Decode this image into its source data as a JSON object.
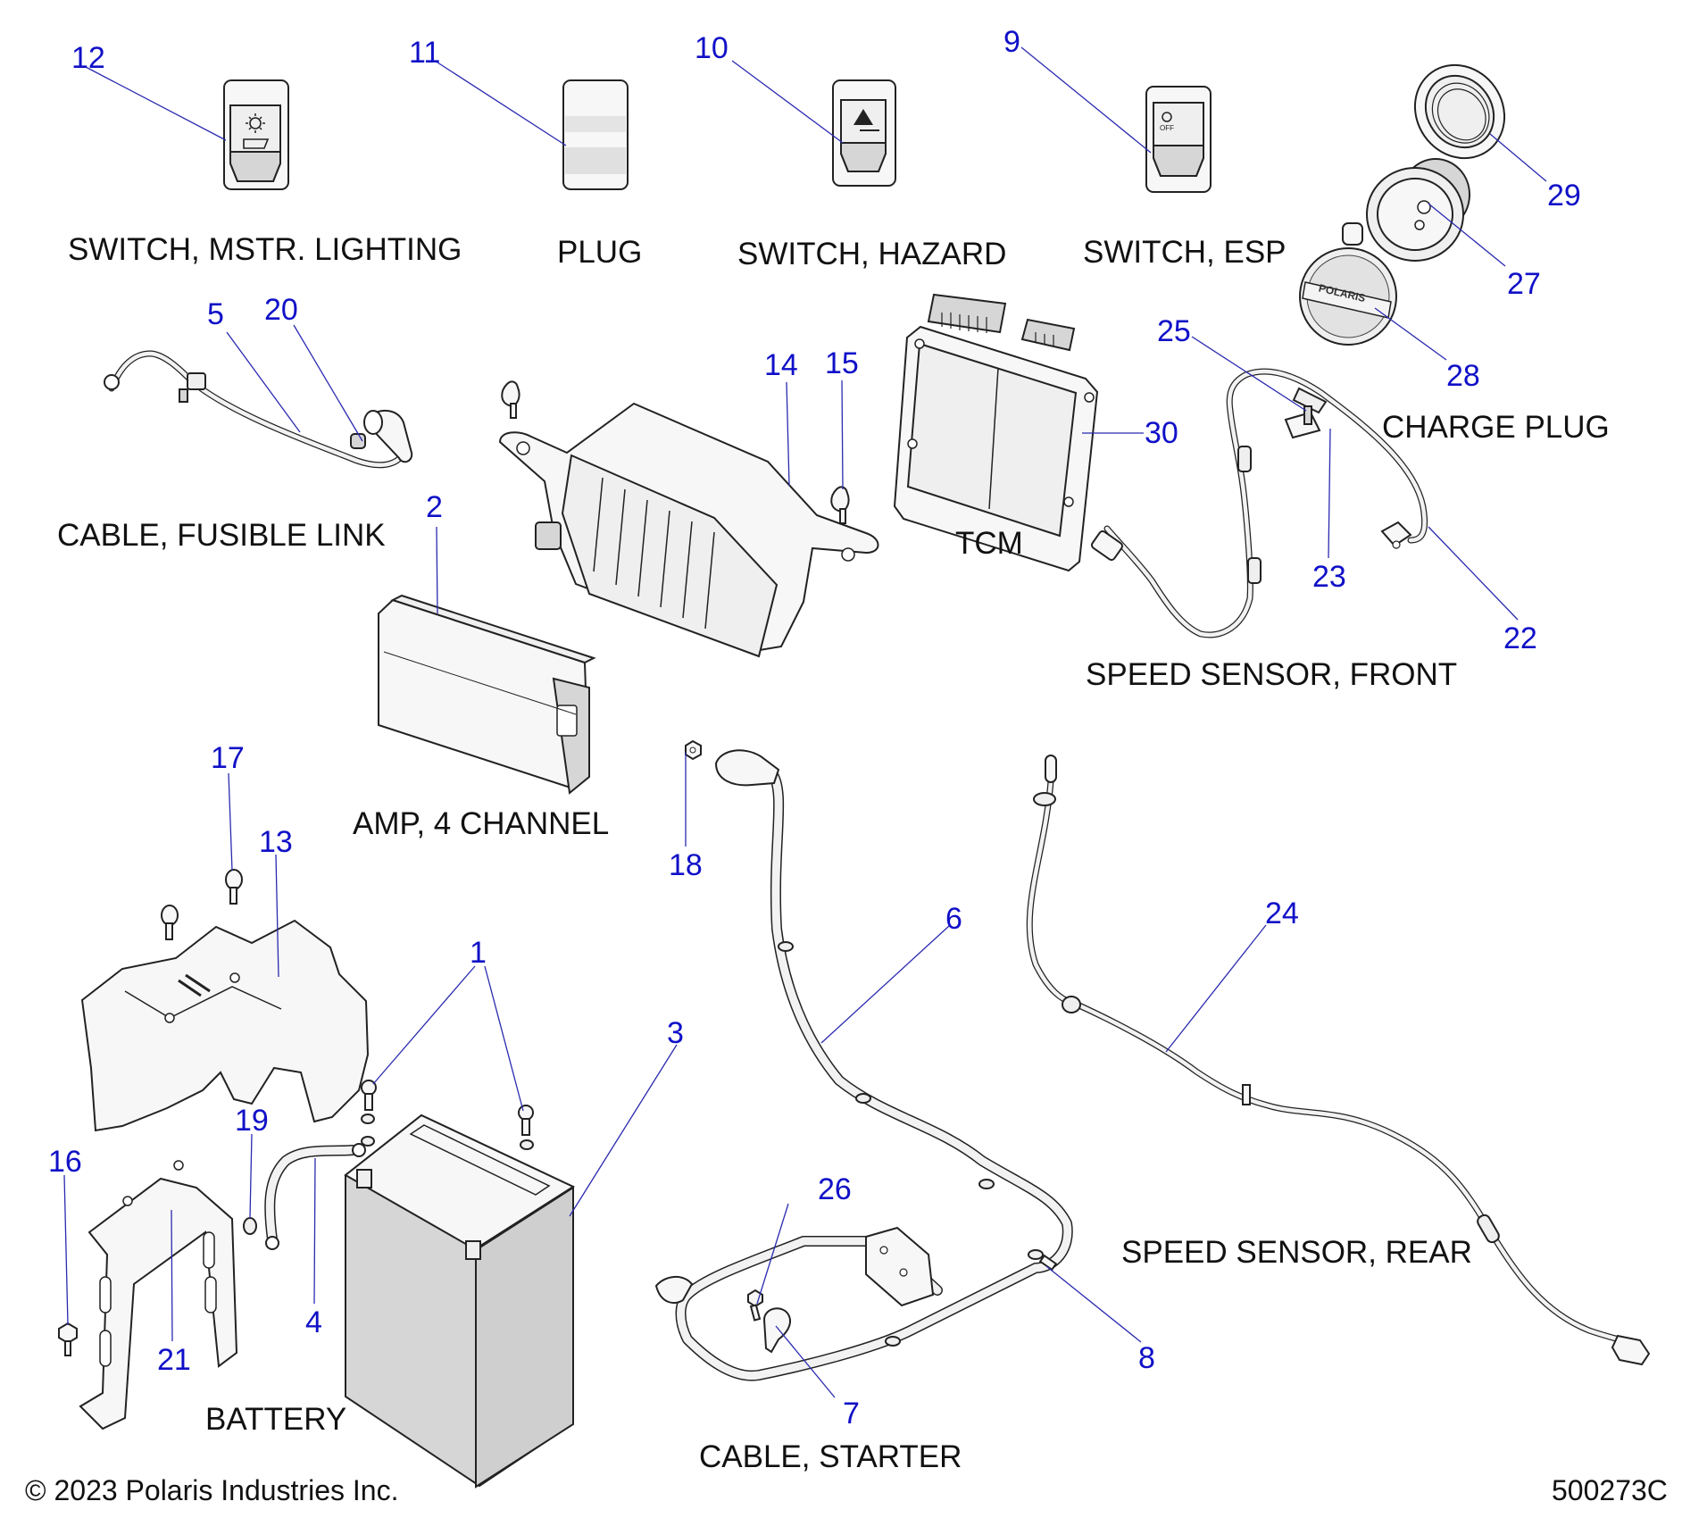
{
  "diagram": {
    "title_code": "500273C",
    "copyright": "© 2023 Polaris Industries Inc.",
    "colors": {
      "callout": "#1010c8",
      "leader": "#2a2ab0",
      "label": "#111111"
    },
    "groups": [
      {
        "id": "switch-mstr-lighting",
        "label": "SWITCH, MSTR. LIGHTING",
        "callouts": [
          "12"
        ],
        "icon": "light-switch-icon"
      },
      {
        "id": "plug",
        "label": "PLUG",
        "callouts": [
          "11"
        ],
        "icon": "blank-plug-icon"
      },
      {
        "id": "switch-hazard",
        "label": "SWITCH, HAZARD",
        "callouts": [
          "10"
        ],
        "icon": "hazard-switch-icon"
      },
      {
        "id": "switch-esp",
        "label": "SWITCH, ESP",
        "callouts": [
          "9"
        ],
        "icon": "esp-switch-icon"
      },
      {
        "id": "charge-plug",
        "label": "CHARGE PLUG",
        "callouts": [
          "29",
          "27",
          "28"
        ],
        "icon": "charge-plug-icon"
      },
      {
        "id": "cable-fusible-link",
        "label": "CABLE, FUSIBLE LINK",
        "callouts": [
          "5",
          "20"
        ],
        "icon": "fusible-link-cable-icon"
      },
      {
        "id": "amp-4-channel",
        "label": "AMP, 4 CHANNEL",
        "callouts": [
          "2",
          "14",
          "15"
        ],
        "icon": "amplifier-icon"
      },
      {
        "id": "tcm",
        "label": "TCM",
        "callouts": [
          "30"
        ],
        "icon": "tcm-module-icon"
      },
      {
        "id": "speed-sensor-front",
        "label": "SPEED SENSOR, FRONT",
        "callouts": [
          "25",
          "23",
          "22"
        ],
        "icon": "speed-sensor-front-icon"
      },
      {
        "id": "battery",
        "label": "BATTERY",
        "callouts": [
          "17",
          "13",
          "1",
          "3",
          "19",
          "16",
          "21",
          "4"
        ],
        "icon": "battery-icon"
      },
      {
        "id": "cable-starter",
        "label": "CABLE, STARTER",
        "callouts": [
          "18",
          "6",
          "26",
          "7",
          "8"
        ],
        "icon": "starter-cable-icon"
      },
      {
        "id": "speed-sensor-rear",
        "label": "SPEED SENSOR, REAR",
        "callouts": [
          "24"
        ],
        "icon": "speed-sensor-rear-icon"
      }
    ],
    "callouts": {
      "c1": "1",
      "c2": "2",
      "c3": "3",
      "c4": "4",
      "c5": "5",
      "c6": "6",
      "c7": "7",
      "c8": "8",
      "c9": "9",
      "c10": "10",
      "c11": "11",
      "c12": "12",
      "c13": "13",
      "c14": "14",
      "c15": "15",
      "c16": "16",
      "c17": "17",
      "c18": "18",
      "c19": "19",
      "c20": "20",
      "c21": "21",
      "c22": "22",
      "c23": "23",
      "c24": "24",
      "c25": "25",
      "c26": "26",
      "c27": "27",
      "c28": "28",
      "c29": "29",
      "c30": "30"
    },
    "labels": {
      "switch_mstr_lighting": "SWITCH, MSTR. LIGHTING",
      "plug": "PLUG",
      "switch_hazard": "SWITCH, HAZARD",
      "switch_esp": "SWITCH, ESP",
      "charge_plug": "CHARGE PLUG",
      "cable_fusible_link": "CABLE, FUSIBLE LINK",
      "tcm": "TCM",
      "speed_sensor_front": "SPEED SENSOR, FRONT",
      "amp_4_channel": "AMP, 4 CHANNEL",
      "battery": "BATTERY",
      "cable_starter": "CABLE, STARTER",
      "speed_sensor_rear": "SPEED SENSOR, REAR"
    },
    "embossed_text": {
      "charge_cap": "POLARIS",
      "esp_symbol": "OFF"
    }
  }
}
